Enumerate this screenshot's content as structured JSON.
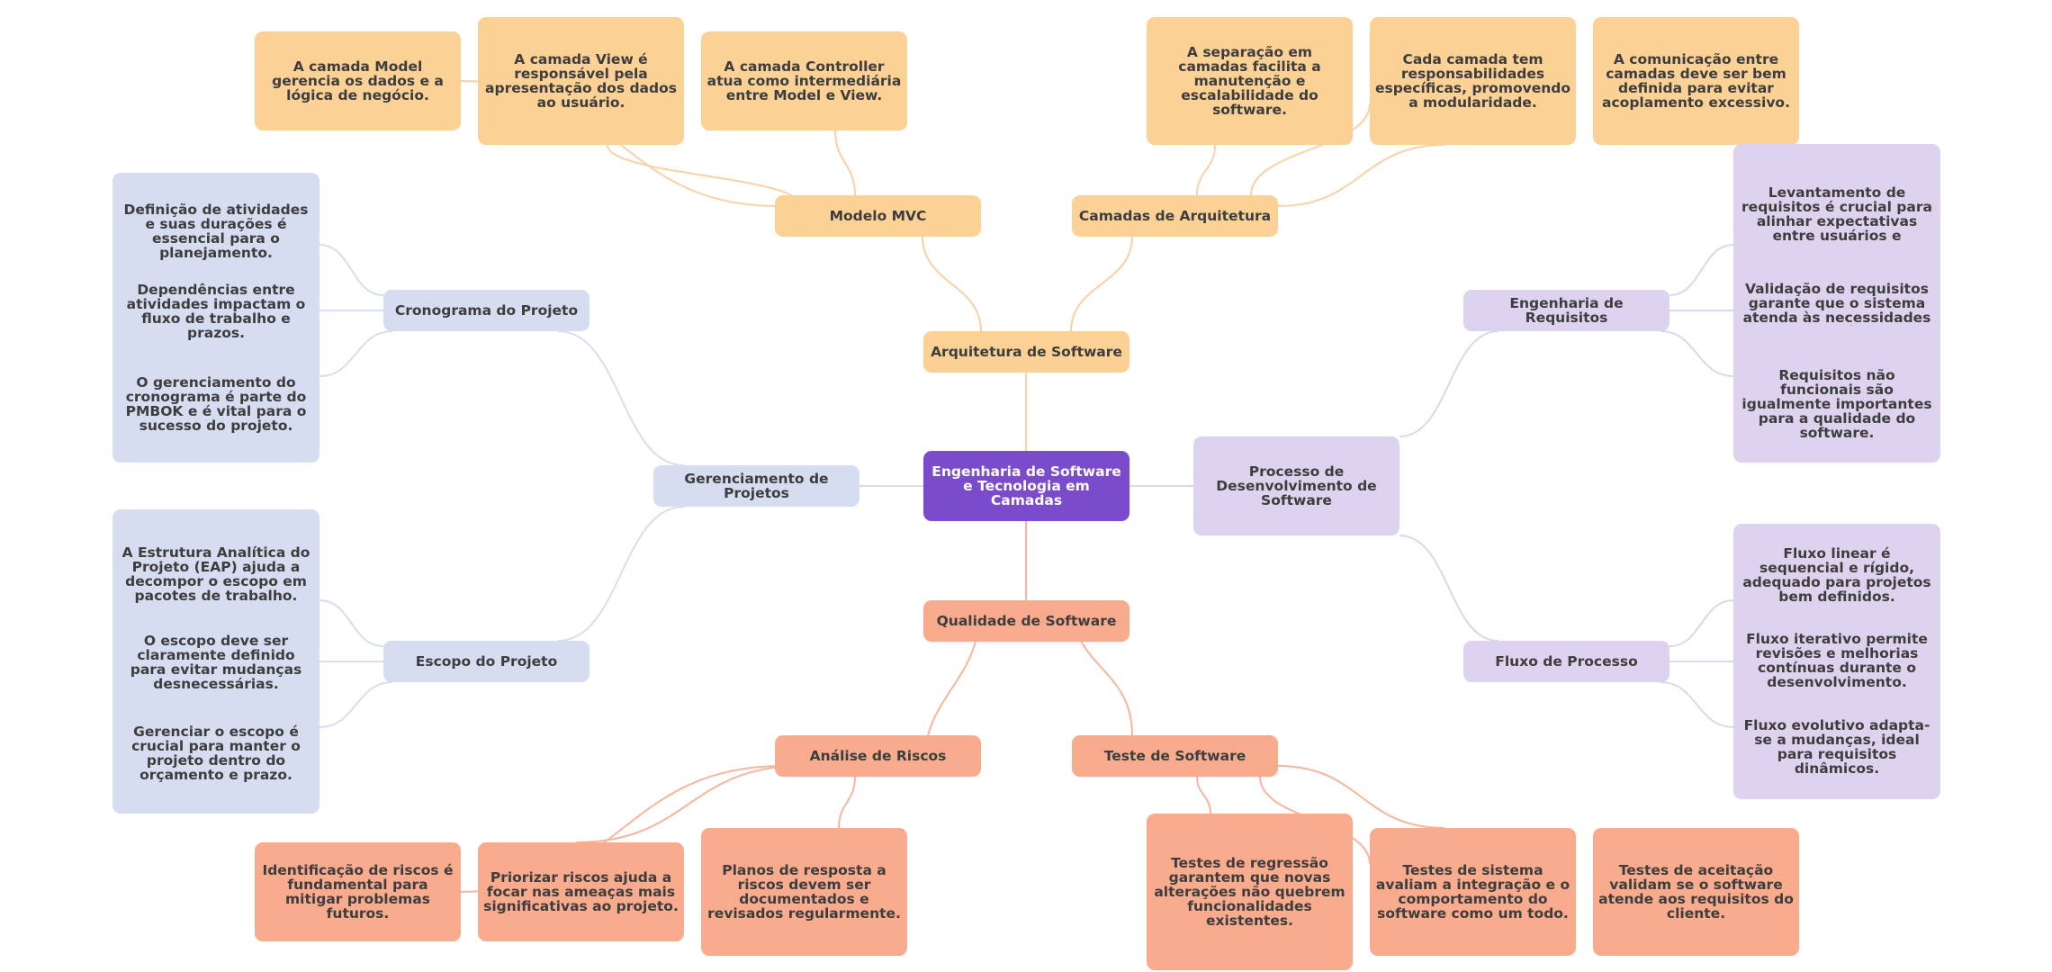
{
  "colors": {
    "center": "#7a4ccb",
    "arquitetura": "#fcd196",
    "qualidade": "#f9ab8e",
    "gerenciamento": "#d6ddf1",
    "processo": "#ddd3ef",
    "link_orange": "#fbd0a6",
    "link_salmon": "#f8b59c",
    "link_blue": "#d8def0",
    "link_lav": "#ddd6ee"
  },
  "root": {
    "label": "Engenharia de Software e Tecnologia em Camadas"
  },
  "arquitetura": {
    "label": "Arquitetura de Software",
    "mvc": {
      "label": "Modelo MVC",
      "notes": [
        "A camada Model gerencia os dados e a lógica de negócio.",
        "A camada View é responsável pela apresentação dos dados ao usuário.",
        "A camada Controller atua como intermediária entre Model e View."
      ]
    },
    "camadas": {
      "label": "Camadas de Arquitetura",
      "notes": [
        "A separação em camadas facilita a manutenção e escalabilidade do software.",
        "Cada camada tem responsabilidades específicas, promovendo a modularidade.",
        "A comunicação entre camadas deve ser bem definida para evitar acoplamento excessivo."
      ]
    }
  },
  "qualidade": {
    "label": "Qualidade de Software",
    "riscos": {
      "label": "Análise de Riscos",
      "notes": [
        "Identificação de riscos é fundamental para mitigar problemas futuros.",
        "Priorizar riscos ajuda a focar nas ameaças mais significativas ao projeto.",
        "Planos de resposta a riscos devem ser documentados e revisados regularmente."
      ]
    },
    "teste": {
      "label": "Teste de Software",
      "notes": [
        "Testes de regressão garantem que novas alterações não quebrem funcionalidades existentes.",
        "Testes de sistema avaliam a integração e o comportamento do software como um todo.",
        "Testes de aceitação validam se o software atende aos requisitos do cliente."
      ]
    }
  },
  "gerenciamento": {
    "label": "Gerenciamento de Projetos",
    "cronograma": {
      "label": "Cronograma do Projeto",
      "notes": [
        "Definição de atividades e suas durações é essencial para o planejamento.",
        "Dependências entre atividades impactam o fluxo de trabalho e prazos.",
        "O gerenciamento do cronograma é parte do PMBOK e é vital para o sucesso do projeto."
      ]
    },
    "escopo": {
      "label": "Escopo do Projeto",
      "notes": [
        "A Estrutura Analítica do Projeto (EAP) ajuda a decompor o escopo em pacotes de trabalho.",
        "O escopo deve ser claramente definido para evitar mudanças desnecessárias.",
        "Gerenciar o escopo é crucial para manter o projeto dentro do orçamento e prazo."
      ]
    }
  },
  "processo": {
    "label": "Processo de Desenvolvimento de Software",
    "requisitos": {
      "label": "Engenharia de Requisitos",
      "notes": [
        "Levantamento de requisitos é crucial para alinhar expectativas entre usuários e desenvolvedores.",
        "Validação de requisitos garante que o sistema atenda às necessidades dos usuários.",
        "Requisitos não funcionais são igualmente importantes para a qualidade do software."
      ]
    },
    "fluxo": {
      "label": "Fluxo de Processo",
      "notes": [
        "Fluxo linear é sequencial e rígido, adequado para projetos bem definidos.",
        "Fluxo iterativo permite revisões e melhorias contínuas durante o desenvolvimento.",
        "Fluxo evolutivo adapta-se a mudanças, ideal para requisitos dinâmicos."
      ]
    }
  }
}
